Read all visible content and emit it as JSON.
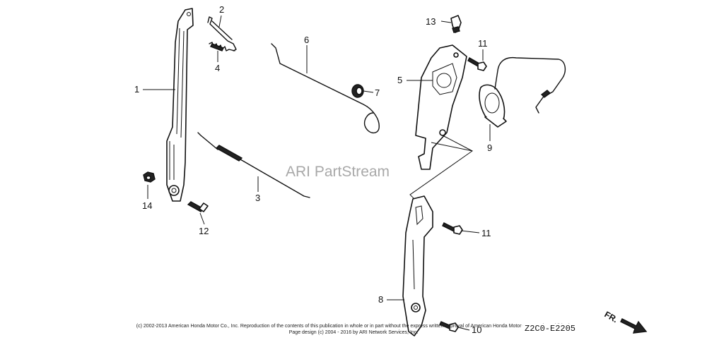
{
  "watermark": "ARI PartStream",
  "callouts": {
    "c1": "1",
    "c2": "2",
    "c3": "3",
    "c4": "4",
    "c5": "5",
    "c6": "6",
    "c7": "7",
    "c8": "8",
    "c9": "9",
    "c10": "10",
    "c11a": "11",
    "c11b": "11",
    "c12": "12",
    "c13": "13",
    "c14": "14"
  },
  "copyright": {
    "line1": "(c) 2002-2013 American Honda Motor Co., Inc. Reproduction of the contents of this publication in whole or in part without the express written approval of American Honda Motor Co., Inc. is prohibited.",
    "line2": "Page design (c) 2004 - 2016 by ARI Network Services, Inc."
  },
  "diagram_code": "Z2C0-E2205",
  "direction_label": "FR."
}
